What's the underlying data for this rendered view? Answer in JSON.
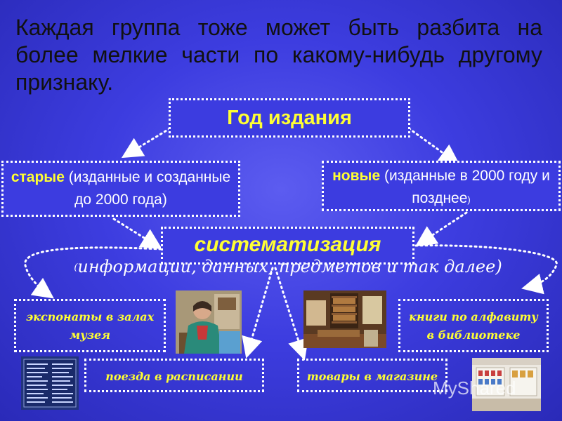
{
  "slide": {
    "heading": "Каждая группа тоже может быть разбита на более мелкие части по какому-нибудь другому признаку.",
    "root": "Год издания",
    "old_label": "старые",
    "old_desc": " (изданные и созданные до 2000 года)",
    "new_label": "новые",
    "new_desc": " (изданные в 2000 году и позднее",
    "new_close": ")",
    "center": "систематизация",
    "info_open": "(",
    "info_text": "информации, данных, предметов и так далее)",
    "examples": {
      "museum": "экспонаты в залах музея",
      "books": "книги по алфавиту в библиотеке",
      "trains": "поезда в расписании",
      "goods": "товары в магазине"
    },
    "watermark": "MyShared"
  },
  "colors": {
    "background": "#3d3de0",
    "accent_yellow": "#ffff33",
    "text_white": "#ffffff",
    "heading": "#111111"
  },
  "icons": [
    "dotted-arrow",
    "museum-photo",
    "library-photo",
    "timetable-photo",
    "shop-photo"
  ]
}
